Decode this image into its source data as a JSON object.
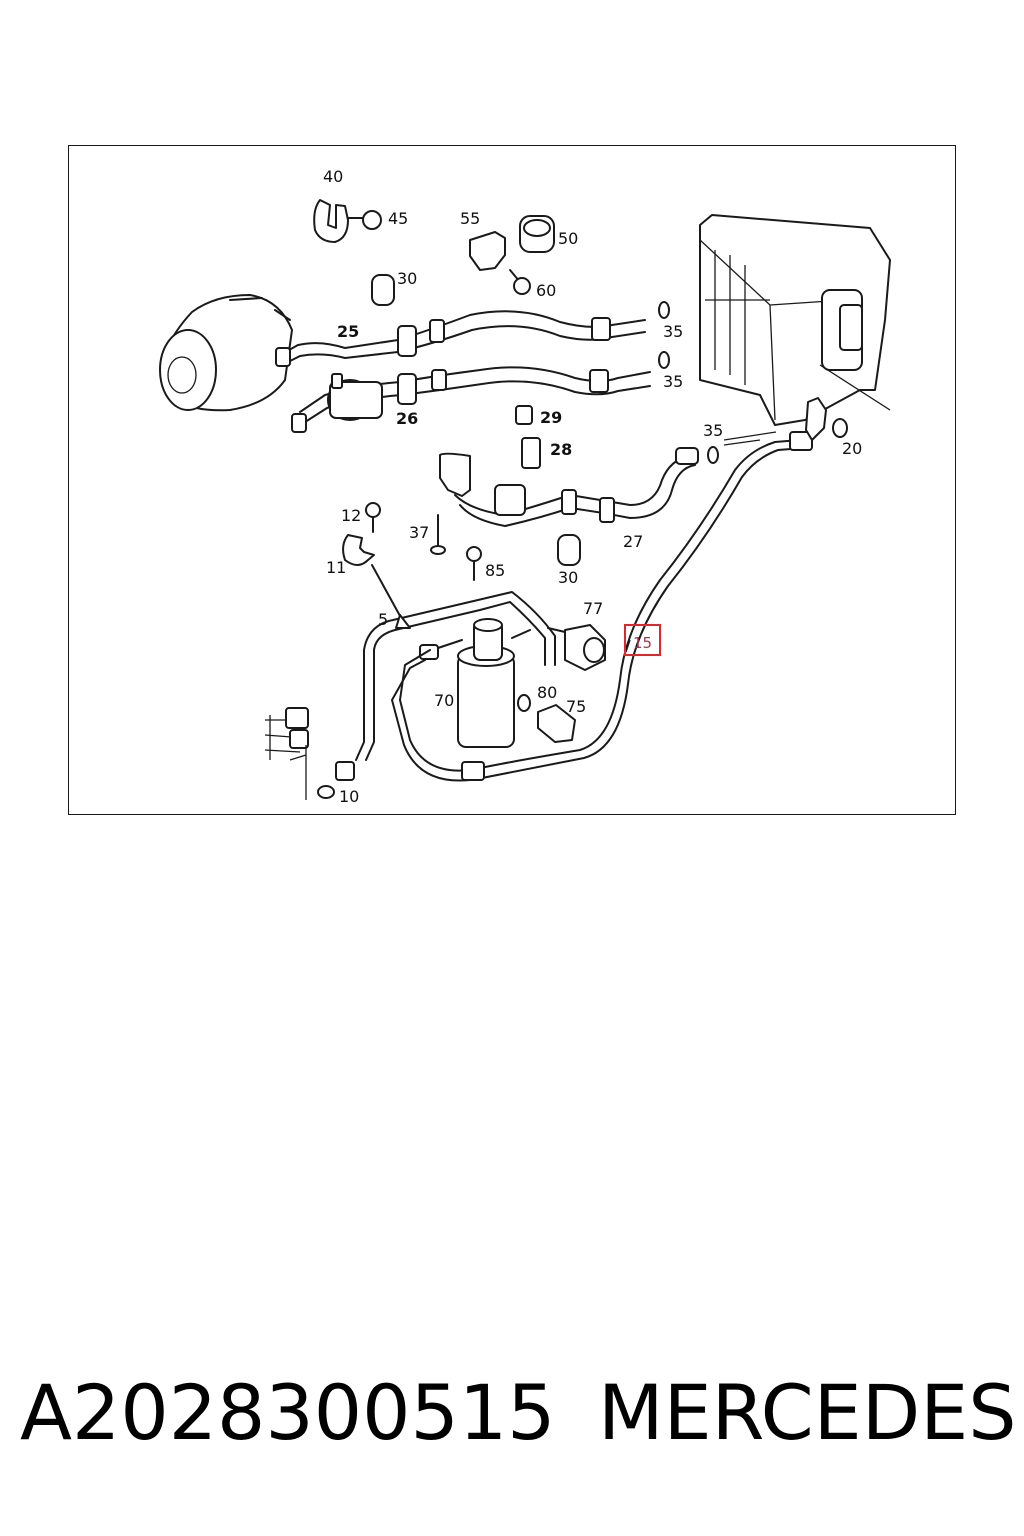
{
  "diagram": {
    "callouts": {
      "c40": "40",
      "c45": "45",
      "c55": "55",
      "c50": "50",
      "c30a": "30",
      "c60": "60",
      "c25": "25",
      "c35a": "35",
      "c35b": "35",
      "c26": "26",
      "c29": "29",
      "c28": "28",
      "c35c": "35",
      "c20": "20",
      "c12": "12",
      "c37": "37",
      "c27": "27",
      "c11": "11",
      "c85": "85",
      "c30b": "30",
      "c5": "5",
      "c77": "77",
      "c15": "15",
      "c70": "70",
      "c80": "80",
      "c75": "75",
      "c10": "10"
    },
    "highlighted_part": "15",
    "highlight_color": "#e0262b"
  },
  "footer": {
    "part_number": "A2028300515",
    "brand": "MERCEDES"
  }
}
